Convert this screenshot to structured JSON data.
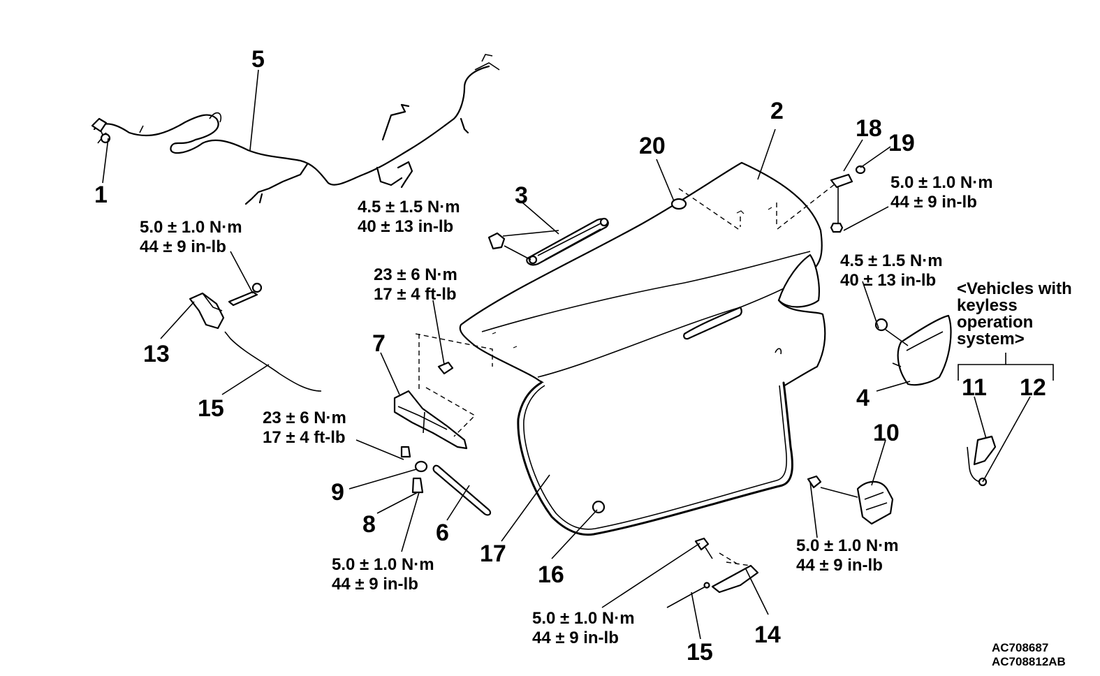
{
  "callouts": {
    "c1": "1",
    "c2": "2",
    "c3": "3",
    "c4": "4",
    "c5": "5",
    "c6": "6",
    "c7": "7",
    "c8": "8",
    "c9": "9",
    "c10": "10",
    "c11": "11",
    "c12": "12",
    "c13": "13",
    "c14": "14",
    "c15a": "15",
    "c15b": "15",
    "c16": "16",
    "c17": "17",
    "c18": "18",
    "c19": "19",
    "c20": "20"
  },
  "torques": {
    "t_13": [
      "5.0 ± 1.0 N·m",
      "44 ± 9 in-lb"
    ],
    "t_3": [
      "4.5 ± 1.5 N·m",
      "40 ± 13 in-lb"
    ],
    "t_7top": [
      "23 ± 6 N·m",
      "17 ± 4 ft-lb"
    ],
    "t_7bottom": [
      "23 ± 6 N·m",
      "17 ± 4 ft-lb"
    ],
    "t_8": [
      "5.0 ± 1.0 N·m",
      "44 ± 9 in-lb"
    ],
    "t_19": [
      "5.0 ± 1.0 N·m",
      "44 ± 9 in-lb"
    ],
    "t_4": [
      "4.5 ± 1.5 N·m",
      "40 ± 13 in-lb"
    ],
    "t_10": [
      "5.0 ± 1.0 N·m",
      "44 ± 9 in-lb"
    ],
    "t_14": [
      "5.0 ± 1.0 N·m",
      "44 ± 9 in-lb"
    ]
  },
  "note": [
    "<Vehicles with",
    "keyless",
    "operation",
    "system>"
  ],
  "figure_codes": [
    "AC708687",
    "AC708812AB"
  ]
}
